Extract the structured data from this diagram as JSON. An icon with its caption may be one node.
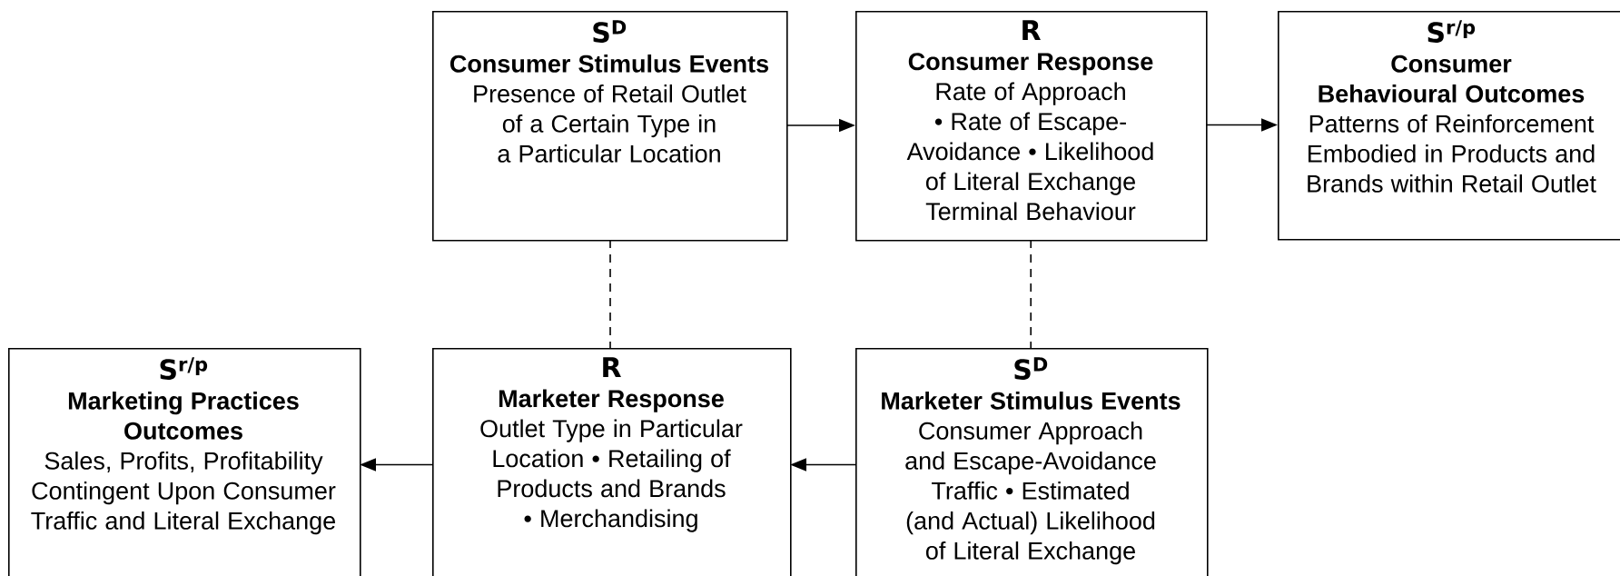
{
  "diagram": {
    "nodes": [
      {
        "text": [
          "S$^{D}$",
          "Consumer Stimulus Events",
          "Presence of Retail Outlet of a Certain Type in a Particular Location"
        ]
      },
      {
        "text": [
          "R",
          "Consumer Response",
          "Rate of Approach • Rate of Escape-Avoidance • Likelihood of Literal Exchange Terminal Behaviour"
        ]
      },
      {
        "text": [
          "S$^{r/p}$",
          "Consumer Behavioural Outcomes",
          "Patterns of Reinforcement Embodied in Products and Brands within Retail Outlet"
        ]
      },
      {
        "text": [
          "S$^{r/p}$",
          "Marketing Practices Outcomes",
          "Sales, Profits, Profitability Contingent Upon Consumer Traffic and Literal Exchange"
        ]
      },
      {
        "text": [
          "R",
          "Marketer Response",
          "Outlet Type in Particular Location • Retailing of Products and Brands • Merchandising"
        ]
      },
      {
        "text": [
          "S$^{D}$",
          "Marketer Stimulus Events",
          "Consumer Approach and Escape-Avoidance Traffic • Estimated (and Actual) Likelihood of Literal Exchange"
        ]
      }
    ],
    "edges": [
      {
        "from": 0,
        "to": 1,
        "arrow": "to"
      },
      {
        "from": 1,
        "to": 2,
        "arrow": "to"
      },
      {
        "from": 5,
        "to": 4,
        "arrow": "to"
      },
      {
        "from": 4,
        "to": 3,
        "arrow": "to"
      },
      {
        "from": 0,
        "to": 4,
        "arrow": "none",
        "style": "dashed"
      },
      {
        "from": 1,
        "to": 5,
        "arrow": "none",
        "style": "dashed"
      }
    ]
  }
}
